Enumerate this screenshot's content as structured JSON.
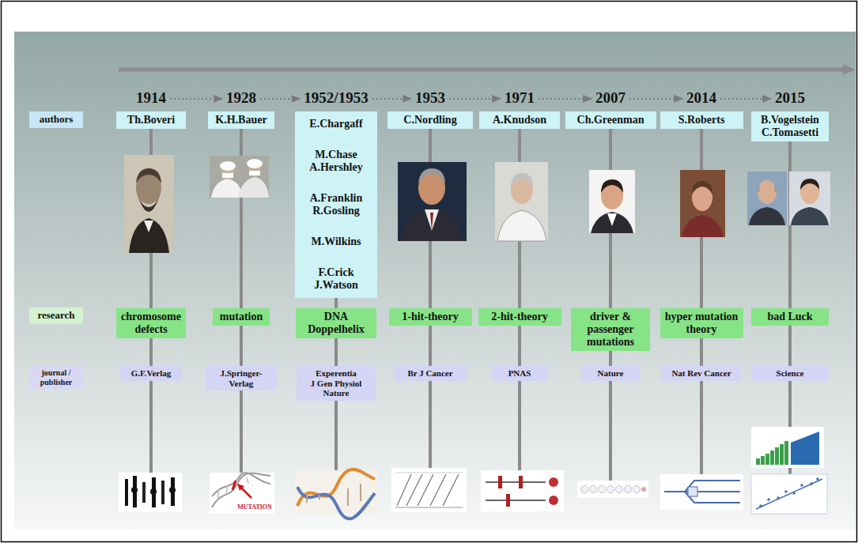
{
  "diagram": {
    "nodes": [
      {
        "text": [
          "authors"
        ]
      },
      {
        "text": [
          "Th.Boveri"
        ]
      },
      {
        "text": [
          "K.H.Bauer"
        ]
      },
      {
        "text": [
          "E.Chargaff",
          "M.Chase A.Hershley",
          "A.Franklin R.Gosling",
          "M.Wilkins",
          "F.Crick J.Watson"
        ]
      },
      {
        "text": [
          "C.Nordling"
        ]
      },
      {
        "text": [
          "A.Knudson"
        ]
      },
      {
        "text": [
          "Ch.Greenman"
        ]
      },
      {
        "text": [
          "S.Roberts"
        ]
      },
      {
        "text": [
          "B.Vogelstein C.Tomasetti"
        ]
      },
      {
        "text": [
          "research"
        ]
      },
      {
        "text": [
          "chromosome defects"
        ]
      },
      {
        "text": [
          "mutation"
        ]
      },
      {
        "text": [
          "DNA Doppelhelix"
        ]
      },
      {
        "text": [
          "1-hit-theory"
        ]
      },
      {
        "text": [
          "2-hit-theory"
        ]
      },
      {
        "text": [
          "driver & passenger mutations"
        ]
      },
      {
        "text": [
          "hyper mutation theory"
        ]
      },
      {
        "text": [
          "bad Luck"
        ]
      },
      {
        "text": [
          "journal / publisher"
        ]
      },
      {
        "text": [
          "G.F.Verlag"
        ]
      },
      {
        "text": [
          "J.Springer-Verlag"
        ]
      },
      {
        "text": [
          "Experentia",
          "J Gen Physiol",
          "Nature"
        ]
      },
      {
        "text": [
          "Br J Cancer"
        ]
      },
      {
        "text": [
          "PNAS"
        ]
      },
      {
        "text": [
          "Nature"
        ]
      },
      {
        "text": [
          "Nat Rev Cancer"
        ]
      },
      {
        "text": [
          "Science"
        ]
      }
    ],
    "edges": [
      {
        "from": 1,
        "to": 10,
        "arrow": "none"
      },
      {
        "from": 10,
        "to": 19,
        "arrow": "none"
      },
      {
        "from": 2,
        "to": 11,
        "arrow": "none"
      },
      {
        "from": 11,
        "to": 20,
        "arrow": "none"
      },
      {
        "from": 3,
        "to": 12,
        "arrow": "none"
      },
      {
        "from": 12,
        "to": 21,
        "arrow": "none"
      },
      {
        "from": 4,
        "to": 13,
        "arrow": "none"
      },
      {
        "from": 13,
        "to": 22,
        "arrow": "none"
      },
      {
        "from": 5,
        "to": 14,
        "arrow": "none"
      },
      {
        "from": 14,
        "to": 23,
        "arrow": "none"
      },
      {
        "from": 6,
        "to": 15,
        "arrow": "none"
      },
      {
        "from": 15,
        "to": 24,
        "arrow": "none"
      },
      {
        "from": 7,
        "to": 16,
        "arrow": "none"
      },
      {
        "from": 16,
        "to": 25,
        "arrow": "none"
      },
      {
        "from": 8,
        "to": 17,
        "arrow": "none"
      },
      {
        "from": 17,
        "to": 26,
        "arrow": "none"
      }
    ],
    "labels": [
      "1914",
      "1928",
      "1952/1953",
      "1953",
      "1971",
      "2007",
      "2014",
      "2015",
      "MUTATION"
    ]
  }
}
